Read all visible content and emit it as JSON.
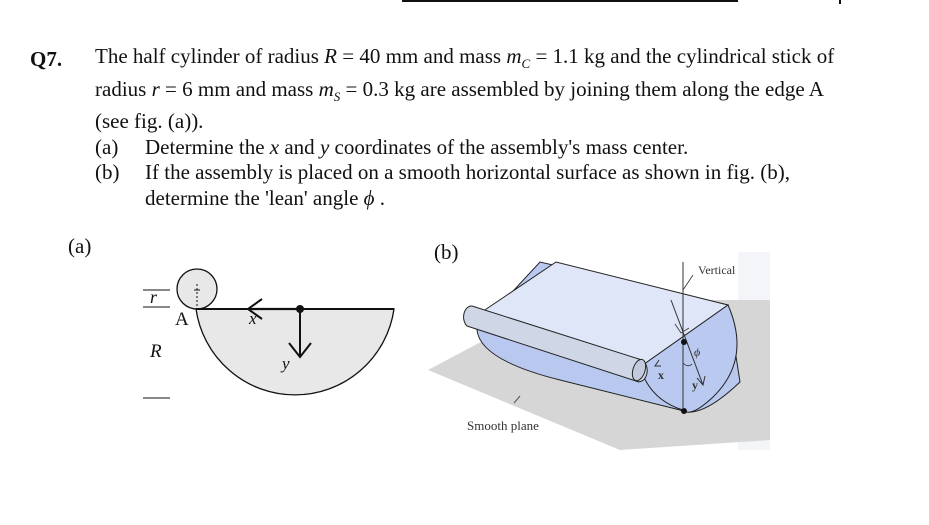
{
  "question": {
    "number": "Q7.",
    "intro_lines": [
      {
        "pre": "The half cylinder of radius ",
        "R": "R",
        "eq1": " = 40 mm and mass ",
        "mc": "m",
        "mc_sub": "C",
        "eq2": " = 1.1 kg and the cylindrical stick of"
      },
      {
        "pre": "radius ",
        "r": "r",
        "eq1": " = 6 mm and mass ",
        "ms": "m",
        "ms_sub": "S",
        "eq2": " = 0.3 kg are assembled by joining them along the edge A"
      },
      {
        "text": "(see fig. (a))."
      }
    ],
    "parts": [
      {
        "label": "(a)",
        "pre": "Determine the ",
        "x": "x",
        "mid": " and ",
        "y": "y",
        "post": " coordinates of the assembly's mass center."
      },
      {
        "label": "(b)",
        "text": "If the assembly is placed on a smooth horizontal surface as shown in fig. (b),",
        "cont_pre": "determine the 'lean' angle ",
        "phi": "ϕ",
        "cont_post": " ."
      }
    ]
  },
  "figures": {
    "a": {
      "label": "(a)",
      "dim_r": "r",
      "dim_R": "R",
      "point_A": "A",
      "axis_x": "x",
      "axis_y": "y",
      "colors": {
        "fill": "#e8e8e8",
        "stroke": "#111111"
      }
    },
    "b": {
      "label": "(b)",
      "vertical_label": "Vertical",
      "smooth_plane_label": "Smooth plane",
      "axis_x": "x",
      "axis_y": "y",
      "angle": "ϕ",
      "colors": {
        "body_top": "#dfe6f7",
        "body_side": "#b9c8ef",
        "stick": "#cfd7e6",
        "plane": "#d6d6d6"
      }
    }
  }
}
